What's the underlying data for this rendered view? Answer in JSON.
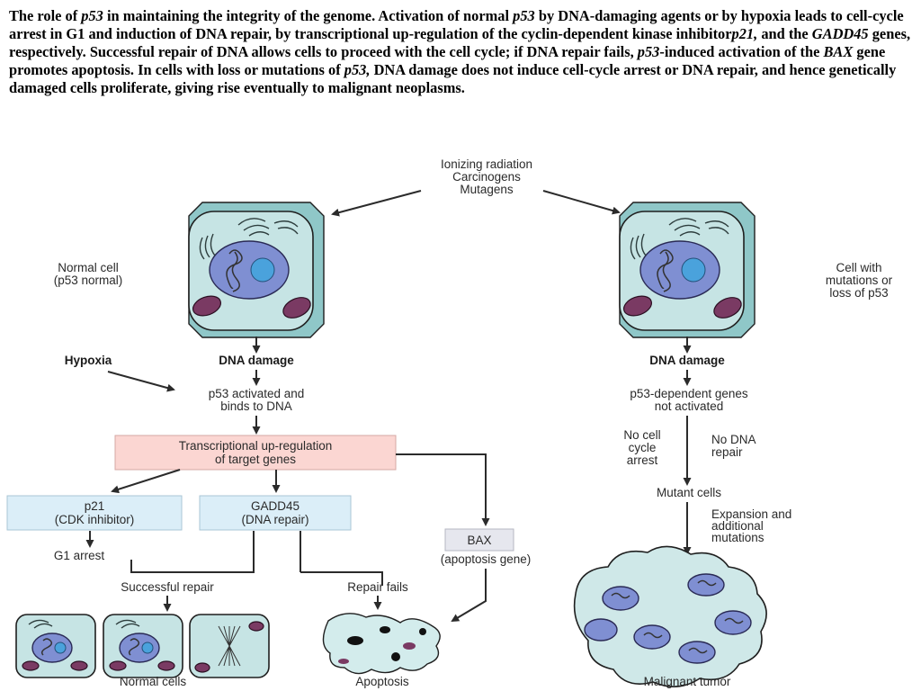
{
  "caption": {
    "s1": "The role of ",
    "i1": "p53",
    "s2": " in maintaining the integrity of the genome. Activation of normal ",
    "i2": "p53",
    "s3": " by DNA-damaging agents or by hypoxia leads to cell-cycle arrest in G1 and induction of DNA repair, by transcriptional up-regulation of the cyclin-dependent kinase inhibitor",
    "i3": "p21,",
    "s4": " and the ",
    "i4": "GADD45",
    "s5": " genes, respectively. Successful repair of DNA allows cells to proceed with the cell cycle; if DNA repair fails, ",
    "i5": "p53",
    "s6": "-induced activation of the ",
    "i6": "BAX",
    "s7": " gene promotes apoptosis. In cells with loss or mutations of ",
    "i7": "p53,",
    "s8": " DNA damage does not induce cell-cycle arrest or DNA repair, and hence genetically damaged cells proliferate, giving rise eventually to malignant neoplasms."
  },
  "diagram": {
    "agents": [
      "Ionizing radiation",
      "Carcinogens",
      "Mutagens"
    ],
    "normal_cell": [
      "Normal cell",
      "(p53 normal)"
    ],
    "mutant_cell": [
      "Cell with",
      "mutations or",
      "loss of p53"
    ],
    "hypoxia": "Hypoxia",
    "dna_damage_left": "DNA damage",
    "dna_damage_right": "DNA damage",
    "p53_activated": [
      "p53 activated and",
      "binds to DNA"
    ],
    "transcriptional": [
      "Transcriptional up-regulation",
      "of target genes"
    ],
    "p21": [
      "p21",
      "(CDK inhibitor)"
    ],
    "gadd45": [
      "GADD45",
      "(DNA repair)"
    ],
    "bax": "BAX",
    "bax_sub": "(apoptosis gene)",
    "g1_arrest": "G1 arrest",
    "successful_repair": "Successful repair",
    "repair_fails": "Repair fails",
    "normal_cells": "Normal cells",
    "apoptosis": "Apoptosis",
    "p53_dependent": [
      "p53-dependent genes",
      "not activated"
    ],
    "no_arrest": [
      "No cell",
      "cycle",
      "arrest"
    ],
    "no_repair": [
      "No DNA",
      "repair"
    ],
    "mutant_cells": "Mutant cells",
    "expansion": [
      "Expansion and",
      "additional",
      "mutations"
    ],
    "malignant_tumor": "Malignant tumor",
    "colors": {
      "box_pink_fill": "#fbd6d2",
      "box_blue_fill": "#dbeef8",
      "box_gray_fill": "#e6e7ee",
      "cell_fill": "#c6e4e4",
      "nucleus_fill": "#7f8fd2"
    }
  }
}
